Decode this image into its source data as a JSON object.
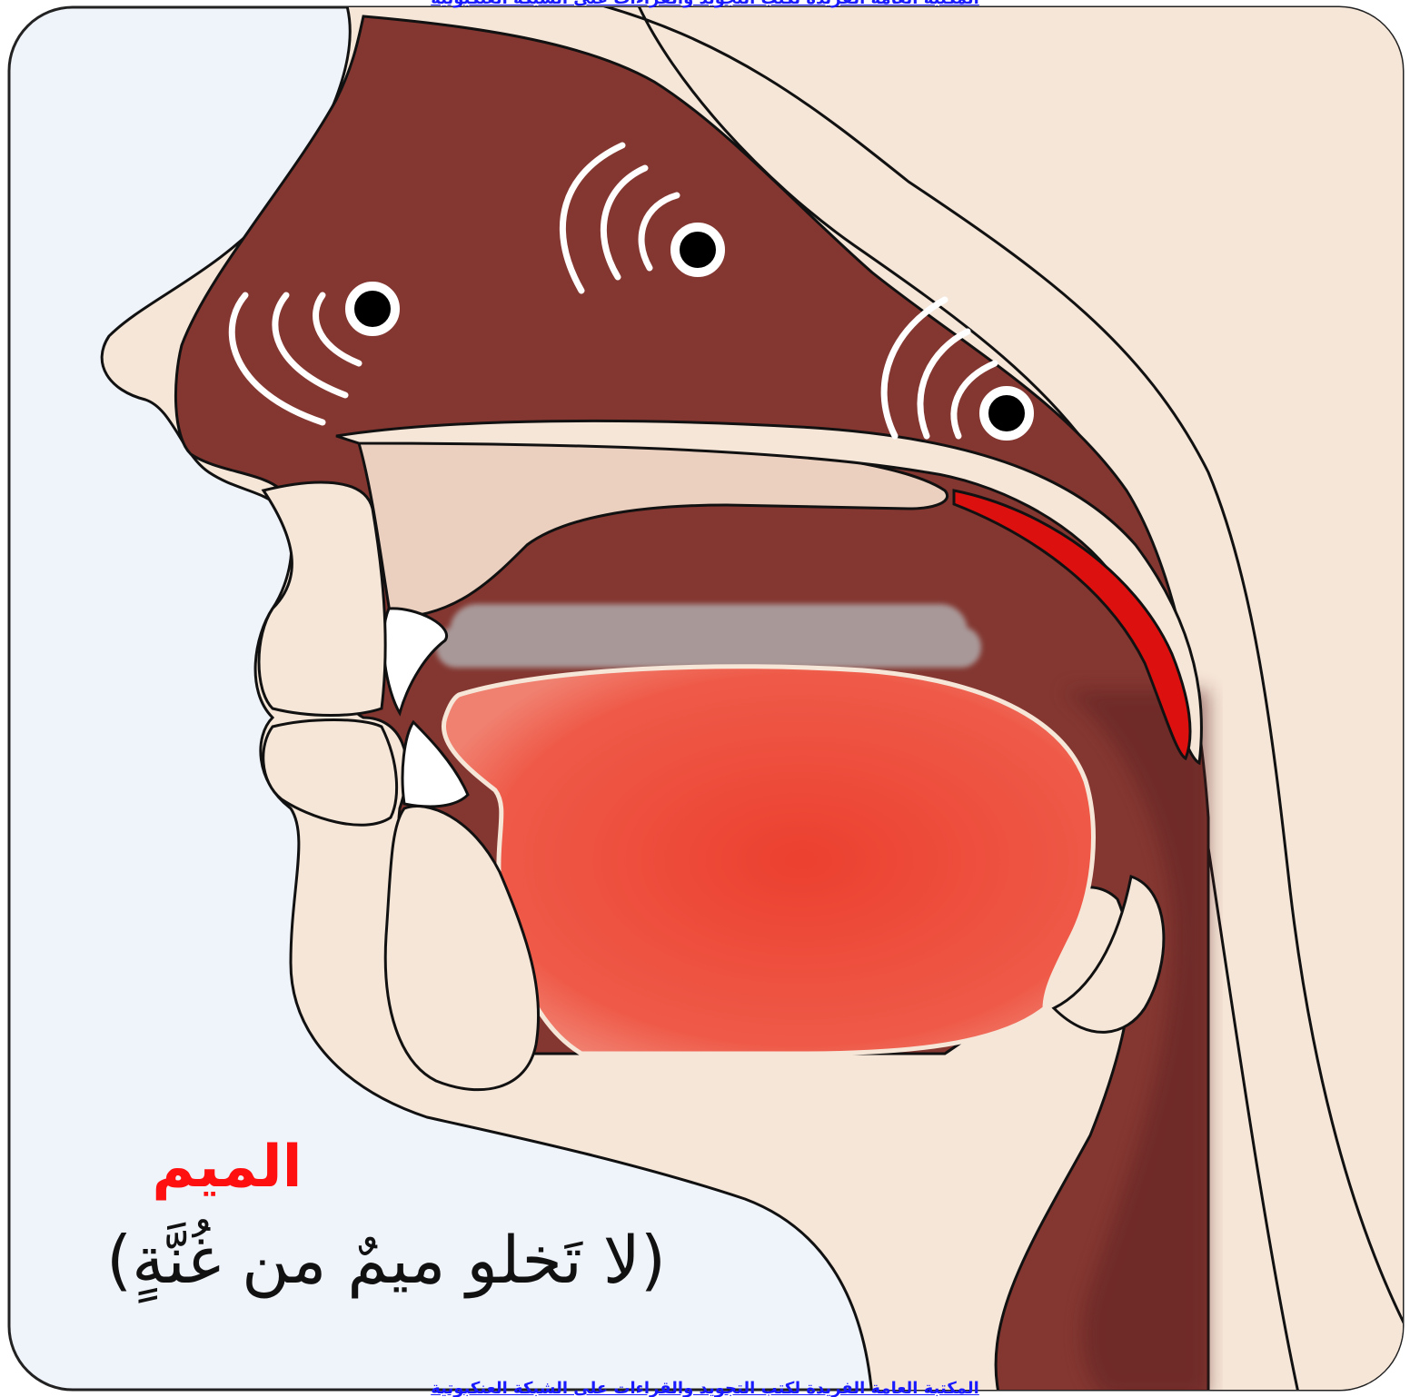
{
  "colors": {
    "panel_bg": "#eff3fa",
    "panel_border": "#222222",
    "cavity": "#843731",
    "cavity_dark": "#5f2420",
    "skin": "#f6e6d8",
    "skin_edge": "#e0c4a6",
    "palate_hard": "#ebcfbf",
    "tongue": "#ef5040",
    "velum": "#dd1010",
    "teeth_back": "#a89898",
    "tooth": "#ffffff",
    "vibration": "#ffffff",
    "dot": "#000000",
    "title_color": "#ff1010",
    "text_color": "#111111",
    "link_color": "#1a1aff"
  },
  "icons": {
    "vibration_marks": [
      "sound-wave-icon",
      "sound-wave-icon",
      "sound-wave-icon"
    ]
  },
  "caption": {
    "title": "الميم",
    "text": "(لا تَخلو ميمٌ من غُنَّةٍ)"
  },
  "footer": {
    "link_text": "المكتبة العامة الفريدة لكتب التجويد والقراءات على الشبكة العنكبوتية"
  },
  "header": {
    "link_text": "المكتبة العامة الفريدة لكتب التجويد والقراءات على الشبكة العنكبوتية"
  }
}
